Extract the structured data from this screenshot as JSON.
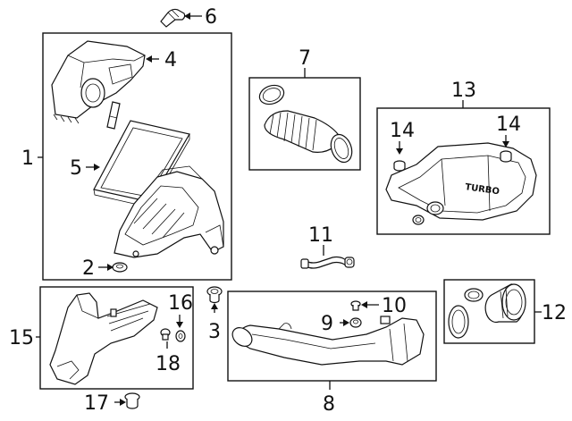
{
  "callouts": {
    "c1": "1",
    "c2": "2",
    "c3": "3",
    "c4": "4",
    "c5": "5",
    "c6": "6",
    "c7": "7",
    "c8": "8",
    "c9": "9",
    "c10": "10",
    "c11": "11",
    "c12": "12",
    "c13": "13",
    "c14a": "14",
    "c14b": "14",
    "c15": "15",
    "c16": "16",
    "c17": "17",
    "c18": "18"
  },
  "engine_cover": {
    "badge_text": "TURBO"
  },
  "colors": {
    "line": "#111111",
    "background": "#ffffff"
  }
}
